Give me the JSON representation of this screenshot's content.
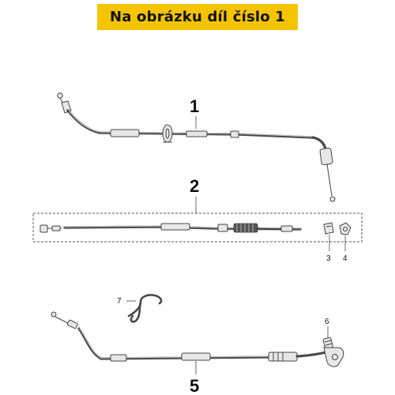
{
  "banner": {
    "text": "Na obrázku díl číslo 1"
  },
  "callouts": {
    "part_1": "1",
    "part_2": "2",
    "part_3": "3",
    "part_4": "4",
    "part_5": "5",
    "part_6": "6",
    "part_7": "7"
  },
  "colors": {
    "banner_background": "#f5c400",
    "line_color": "#4a4a4a"
  }
}
